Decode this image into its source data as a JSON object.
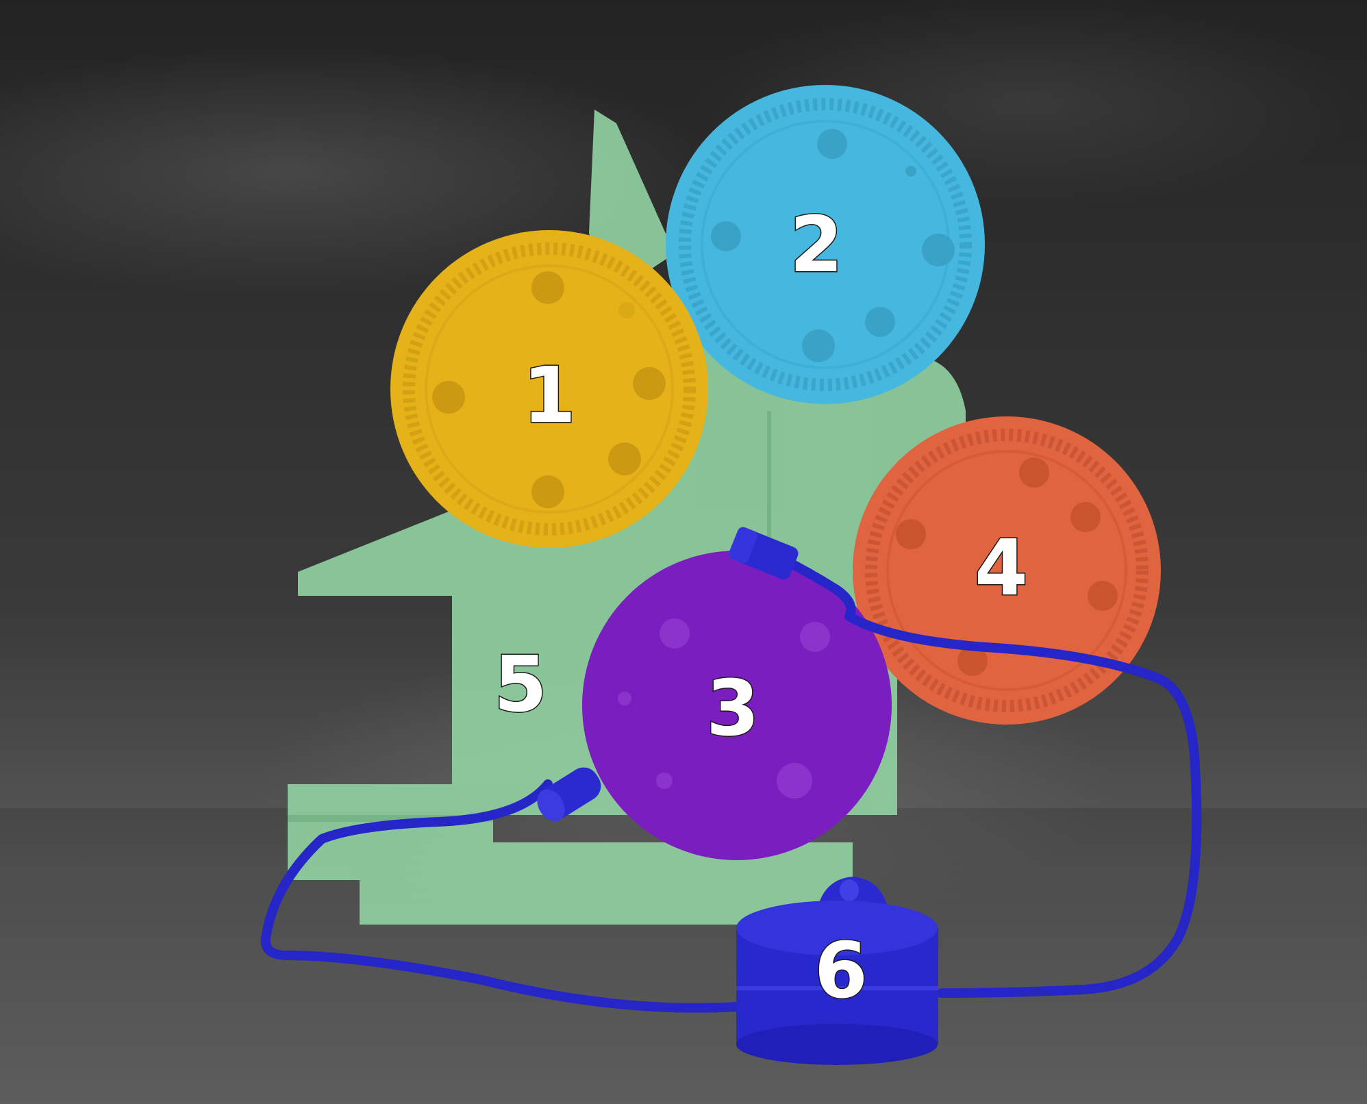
{
  "labels": {
    "one": "1",
    "two": "2",
    "three": "3",
    "four": "4",
    "five": "5",
    "six": "6"
  },
  "colors": {
    "part1": "#e6b21a",
    "part2": "#46b8e0",
    "part3": "#7a1ec0",
    "part4": "#e06440",
    "part5": "#8fd0a0",
    "part6": "#2626c8"
  }
}
